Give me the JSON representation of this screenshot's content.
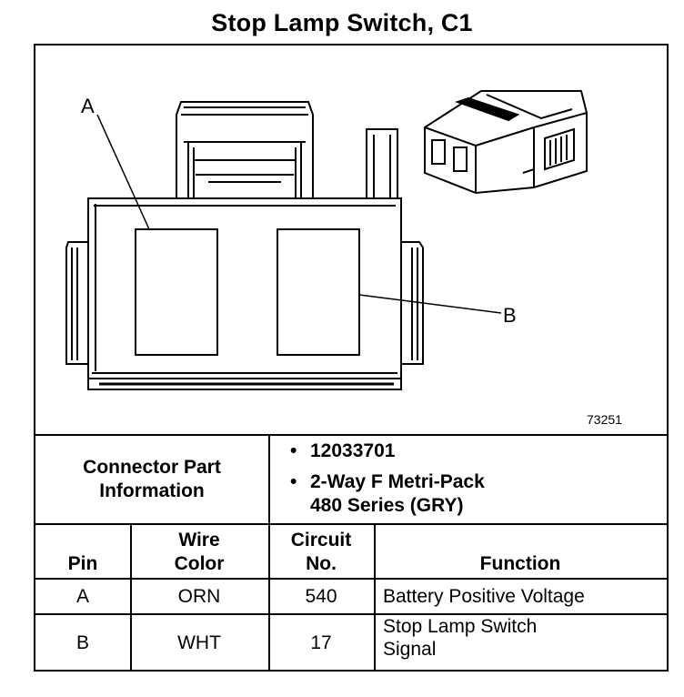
{
  "title": "Stop Lamp Switch, C1",
  "diagram": {
    "callout_a": "A",
    "callout_b": "B",
    "figure_number": "73251"
  },
  "connector_info": {
    "label_line1": "Connector Part",
    "label_line2": "Information",
    "bullet": "•",
    "items": [
      {
        "line1": "12033701",
        "line2": ""
      },
      {
        "line1": "2-Way F Metri-Pack",
        "line2": "480 Series (GRY)"
      }
    ]
  },
  "table": {
    "headers": {
      "pin": "Pin",
      "wire_color_line1": "Wire",
      "wire_color_line2": "Color",
      "circuit_line1": "Circuit",
      "circuit_line2": "No.",
      "function": "Function"
    },
    "rows": [
      {
        "pin": "A",
        "wire_color": "ORN",
        "circuit": "540",
        "function_line1": "Battery Positive Voltage",
        "function_line2": ""
      },
      {
        "pin": "B",
        "wire_color": "WHT",
        "circuit": "17",
        "function_line1": "Stop Lamp Switch",
        "function_line2": "Signal"
      }
    ]
  }
}
